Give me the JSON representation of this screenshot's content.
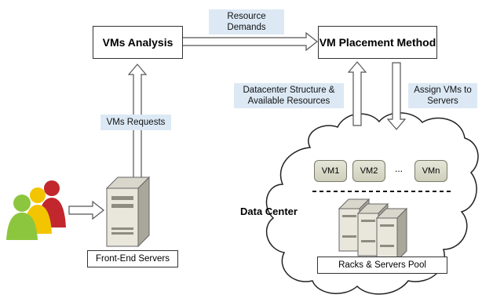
{
  "nodes": {
    "vms_analysis": "VMs Analysis",
    "vm_placement": "VM Placement Method",
    "front_end_servers": "Front-End Servers",
    "data_center": "Data Center",
    "racks_pool": "Racks & Servers Pool"
  },
  "edge_labels": {
    "resource_demands": "Resource\nDemands",
    "vms_requests": "VMs Requests",
    "datacenter_structure": "Datacenter Structure &\nAvailable Resources",
    "assign_vms": "Assign VMs to\nServers"
  },
  "vms": [
    "VM1",
    "VM2",
    "...",
    "VMn"
  ],
  "colors": {
    "label_bg": "#dce9f5",
    "arrow_fill": "#ffffff",
    "arrow_stroke": "#555555",
    "user_green": "#8cc63f",
    "user_yellow": "#f2c500",
    "user_red": "#c1272d"
  },
  "icons": [
    "users-group-icon",
    "server-tower-icon",
    "server-rack-icon"
  ]
}
